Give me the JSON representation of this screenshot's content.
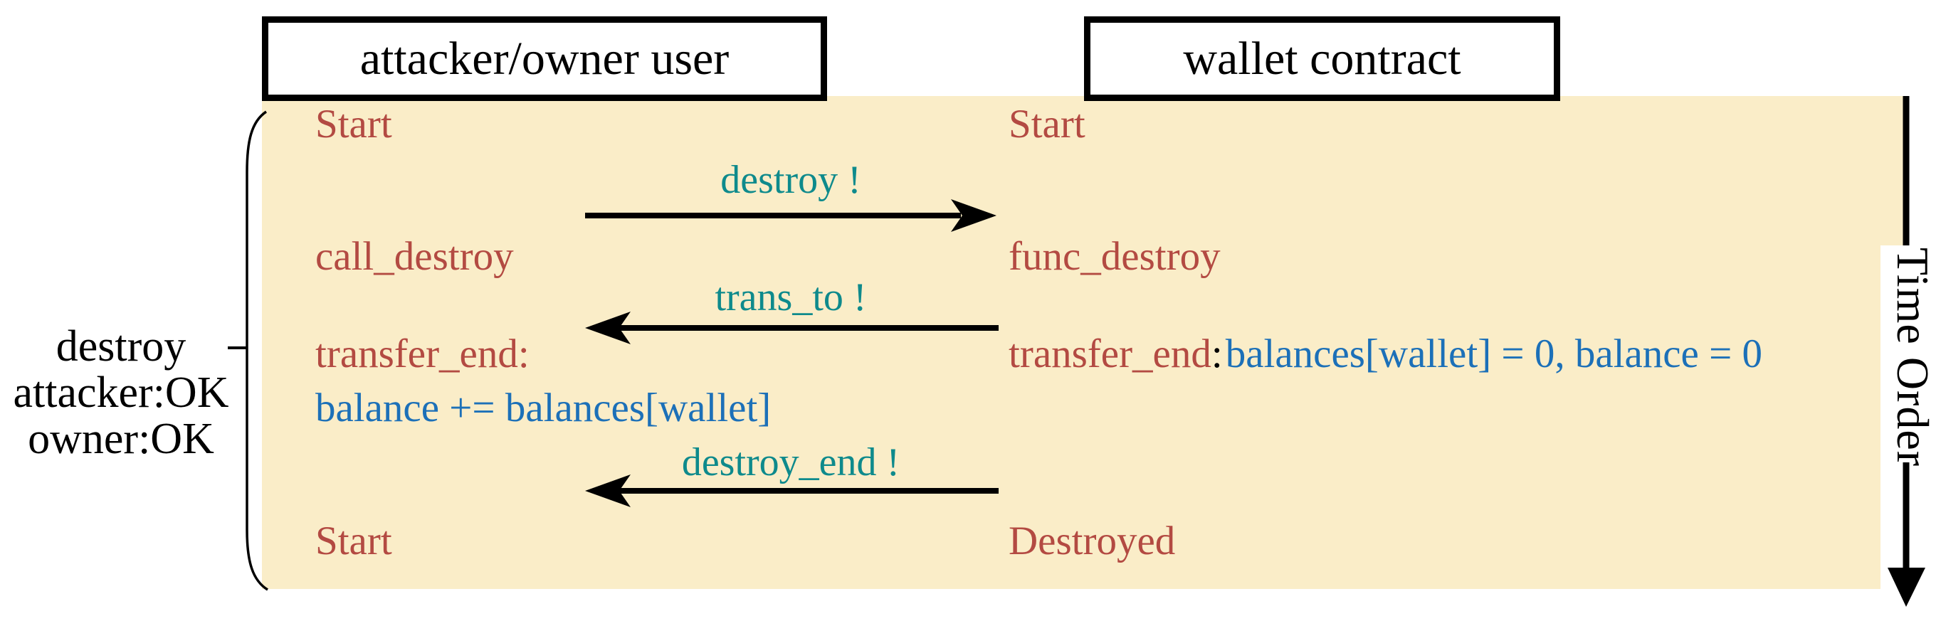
{
  "diagram": {
    "participants": {
      "user": {
        "label": "attacker/owner user"
      },
      "wallet": {
        "label": "wallet contract"
      }
    },
    "user_states": {
      "start_top": "Start",
      "call_destroy": "call_destroy",
      "transfer_end_label": "transfer_end:",
      "transfer_end_code": "balance += balances[wallet]",
      "start_bottom": "Start"
    },
    "wallet_states": {
      "start_top": "Start",
      "func_destroy": "func_destroy",
      "transfer_end_label": "transfer_end",
      "transfer_end_colon": ":",
      "transfer_end_code": "balances[wallet] = 0, balance = 0",
      "destroyed": "Destroyed"
    },
    "messages": {
      "destroy": {
        "label": "destroy !",
        "direction": "right"
      },
      "trans_to": {
        "label": "trans_to !",
        "direction": "left"
      },
      "destroy_end": {
        "label": "destroy_end !",
        "direction": "left"
      }
    },
    "side_note": {
      "lines": [
        "destroy",
        "attacker:OK",
        "owner:OK"
      ]
    },
    "time_axis_label": "Time Order"
  },
  "colors": {
    "background": "#ffffff",
    "panel": "#FAEDC8",
    "state": "#B34A42",
    "message": "#0E8A8C",
    "code": "#1C70B8",
    "ink": "#000000"
  }
}
